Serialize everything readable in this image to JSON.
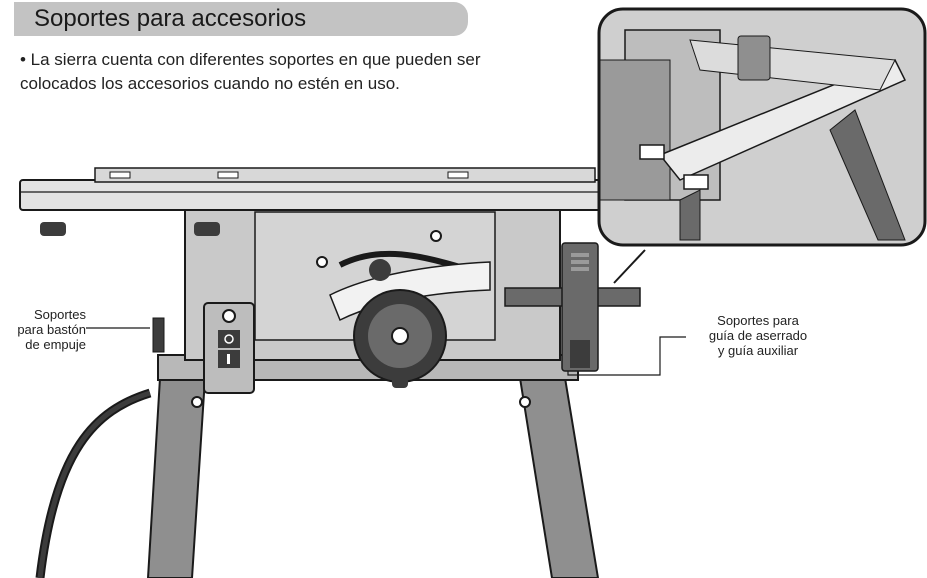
{
  "header": {
    "title": "Soportes para accesorios"
  },
  "body": {
    "bullet_text": "• La sierra cuenta con diferentes soportes en que pueden ser colocados los accesorios cuando no estén en uso."
  },
  "callouts": {
    "left": {
      "line1": "Soportes",
      "line2": "para bastón",
      "line3": "de empuje"
    },
    "right": {
      "line1": "Soportes para",
      "line2": "guía de aserrado",
      "line3": "y guía auxiliar"
    }
  },
  "colors": {
    "title_bar": "#c3c3c3",
    "saw_body": "#c9c9c9",
    "dark": "#3c3c3c",
    "outline": "#1a1a1a"
  },
  "icons": {
    "power_on": "circle-icon",
    "power_off": "bar-icon"
  }
}
